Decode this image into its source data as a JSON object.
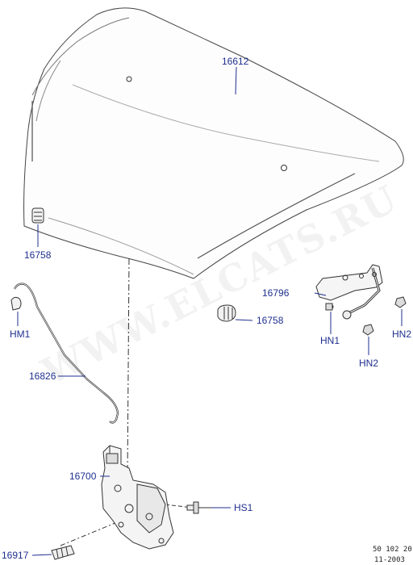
{
  "diagram": {
    "part_labels": {
      "hood": "16612",
      "bumper_front_left": "16758",
      "bumper_front_right": "16758",
      "hinge_nut_left": "HM1",
      "support_rod": "16826",
      "hinge_assembly": "16796",
      "hinge_nut_1": "HN1",
      "hinge_nut_2a": "HN2",
      "hinge_nut_2b": "HN2",
      "latch_assembly": "16700",
      "bolt": "HS1",
      "release_cable_end": "16917"
    },
    "footer": {
      "code": "50 102 20",
      "date": "11-2003"
    },
    "watermark": "WWW.ELCATS.RU",
    "colors": {
      "label": "#1f2f8f",
      "line": "#333333"
    }
  }
}
